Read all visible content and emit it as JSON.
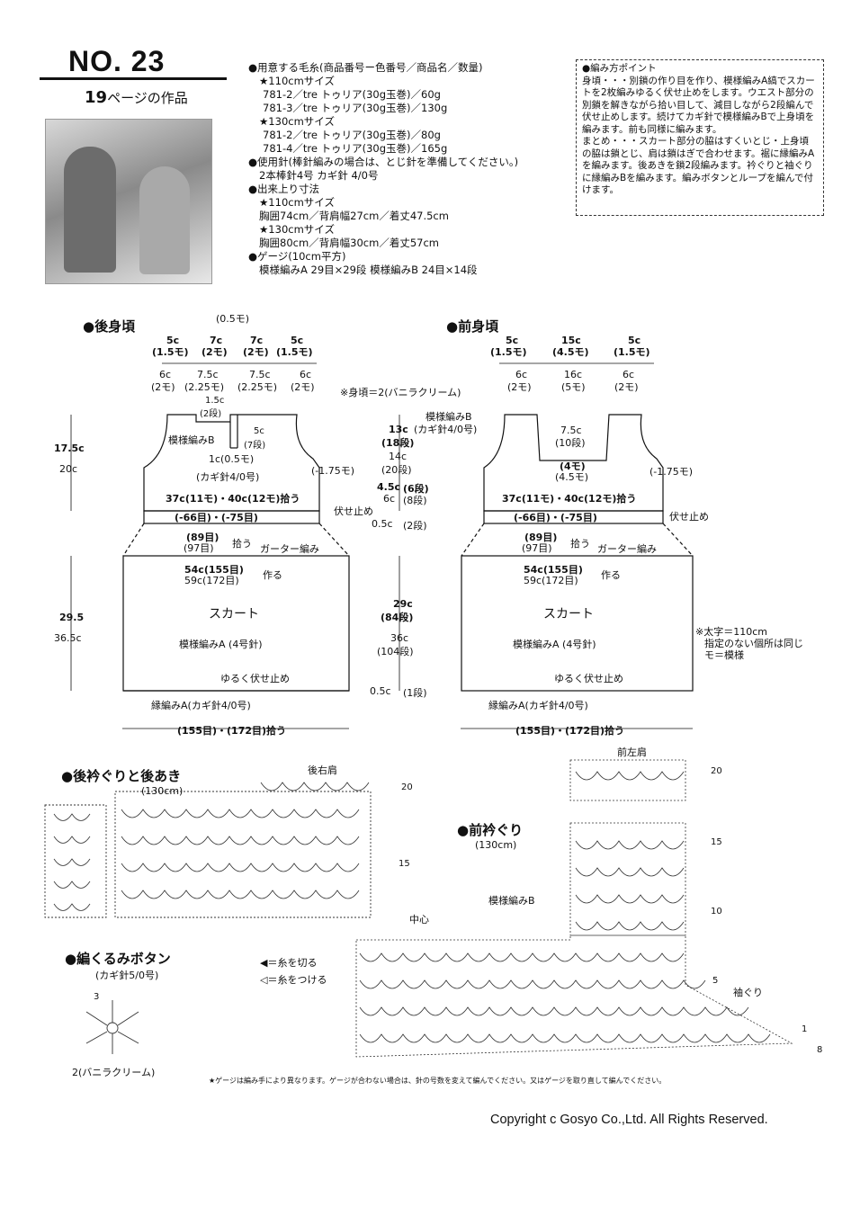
{
  "header": {
    "number": "NO.  23",
    "page_ref_num": "19",
    "page_ref_text": "ページの作品"
  },
  "materials": {
    "yarn_title": "●用意する毛糸(商品番号ー色番号／商品名／数量)",
    "size110": "★110cmサイズ",
    "y110_1": "781-2／tre トゥリア(30g玉巻)／60g",
    "y110_2": "781-3／tre トゥリア(30g玉巻)／130g",
    "size130": "★130cmサイズ",
    "y130_1": "781-2／tre トゥリア(30g玉巻)／80g",
    "y130_2": "781-4／tre トゥリア(30g玉巻)／165g",
    "needle_title": "●使用針(棒針編みの場合は、とじ針を準備してください。)",
    "needle": "2本棒針4号 カギ針 4/0号",
    "size_title": "●出来上り寸法",
    "s110": "★110cmサイズ",
    "s110_v": "胸囲74cm／背肩幅27cm／着丈47.5cm",
    "s130": "★130cmサイズ",
    "s130_v": "胸囲80cm／背肩幅30cm／着丈57cm",
    "gauge_title": "●ゲージ(10cm平方)",
    "gauge": "模様編みA 29目×29段   模様編みB 24目×14段"
  },
  "notes": {
    "head": "●編み方ポイント",
    "body1": "身頃・・・別鎖の作り目を作り、模様編みA縞でスカートを2枚編みゆるく伏せ止めをします。ウエスト部分の別鎖を解きながら拾い目して、減目しながら2段編んで伏せ止めします。続けてカギ針で模様編みBで上身頃を編みます。前も同様に編みます。",
    "body2": "まとめ・・・スカート部分の脇はすくいとじ・上身頃の脇は鎖とじ、肩は鎖はぎで合わせます。裾に縁編みAを編みます。後あきを鎖2段編みます。衿ぐりと袖ぐりに縁編みBを編みます。編みボタンとループを編んで付けます。"
  },
  "back": {
    "title": "●後身頃",
    "top_half": "(0.5モ)",
    "d1a": "5c",
    "d1b": "(1.5モ)",
    "d2a": "7c",
    "d2b": "(2モ)",
    "d3a": "7c",
    "d3b": "(2モ)",
    "d4a": "5c",
    "d4b": "(1.5モ)",
    "e1a": "6c",
    "e1b": "(2モ)",
    "e2a": "7.5c",
    "e2b": "(2.25モ)",
    "e3a": "7.5c",
    "e3b": "(2.25モ)",
    "e4a": "6c",
    "e4b": "(2モ)",
    "body_note": "※身頃＝2(バニラクリーム)",
    "slit1": "1.5c",
    "slit2": "(2段)",
    "slit3": "5c",
    "slit4": "(7段)",
    "pat": "模様編みB",
    "slit5": "1c(0.5モ)",
    "hook": "(カギ針4/0号)",
    "arm": "(-1.75モ)",
    "h_top_a": "17.5c",
    "h_top_b": "20c",
    "pickup": "37c(11モ)・40c(12モ)拾う",
    "dec": "(-66目)・(-75目)",
    "bindoff": "伏せ止め",
    "g1": "(89目)",
    "g2": "(97目)",
    "g3": "拾う",
    "garter": "ガーター編み",
    "cast1": "54c(155目)",
    "cast2": "59c(172目)",
    "cast3": "作る",
    "skirt": "スカート",
    "skirt_pat": "模様編みA (4号針)",
    "h_sk_a": "29.5",
    "h_sk_b": "36.5c",
    "loose": "ゆるく伏せ止め",
    "edge": "縁編みA(カギ針4/0号)",
    "bottom": "(155目)・(172目)拾う"
  },
  "mid": {
    "a1": "模様編みB",
    "a2": "(カギ針4/0号)",
    "b1": "13c",
    "b2": "(18段)",
    "b3": "14c",
    "b4": "(20段)",
    "c1": "4.5c",
    "c2": "(6段)",
    "c3": "6c",
    "c4": "(8段)",
    "d1": "0.5c",
    "d2": "(2段)",
    "e1": "29c",
    "e2": "(84段)",
    "e3": "36c",
    "e4": "(104段)",
    "f1": "0.5c",
    "f2": "(1段)"
  },
  "front": {
    "title": "●前身頃",
    "d1a": "5c",
    "d1b": "(1.5モ)",
    "d2a": "15c",
    "d2b": "(4.5モ)",
    "d3a": "5c",
    "d3b": "(1.5モ)",
    "e1a": "6c",
    "e1b": "(2モ)",
    "e2a": "16c",
    "e2b": "(5モ)",
    "e3a": "6c",
    "e3b": "(2モ)",
    "n1": "7.5c",
    "n2": "(10段)",
    "n3": "(4モ)",
    "n4": "(4.5モ)",
    "arm": "(-1.75モ)",
    "pickup": "37c(11モ)・40c(12モ)拾う",
    "dec": "(-66目)・(-75目)",
    "bindoff": "伏せ止め",
    "g1": "(89目)",
    "g2": "(97目)",
    "g3": "拾う",
    "garter": "ガーター編み",
    "cast1": "54c(155目)",
    "cast2": "59c(172目)",
    "cast3": "作る",
    "skirt": "スカート",
    "skirt_pat": "模様編みA (4号針)",
    "loose": "ゆるく伏せ止め",
    "edge": "縁編みA(カギ針4/0号)",
    "bottom": "(155目)・(172目)拾う",
    "legend1": "※太字＝110cm",
    "legend2": "指定のない個所は同じ",
    "legend3": "モ＝模様"
  },
  "charts": {
    "back_title": "●後衿ぐりと後あき",
    "back_sub": "(130cm)",
    "back_shoulder": "後右肩",
    "back_r20": "20",
    "back_r15": "15",
    "front_title": "●前衿ぐり",
    "front_sub": "(130cm)",
    "front_shoulder": "前左肩",
    "pattern_b": "模様編みB",
    "center": "中心",
    "armhole": "袖ぐり",
    "fr20": "20",
    "fr15": "15",
    "fr10": "10",
    "fr5": "5",
    "fr1": "1",
    "fr8": "8",
    "button_title": "●編くるみボタン",
    "button_sub": "(カギ針5/0号)",
    "button_3": "3",
    "button_note": "2(バニラクリーム)",
    "legend_cut": "◀＝糸を切る",
    "legend_join": "◁＝糸をつける"
  },
  "footer": {
    "note": "★ゲージは編み手により異なります。ゲージが合わない場合は、針の号数を変えて編んでください。又はゲージを取り直して編んでください。",
    "copyright": "Copyright c Gosyo Co.,Ltd. All Rights Reserved."
  }
}
